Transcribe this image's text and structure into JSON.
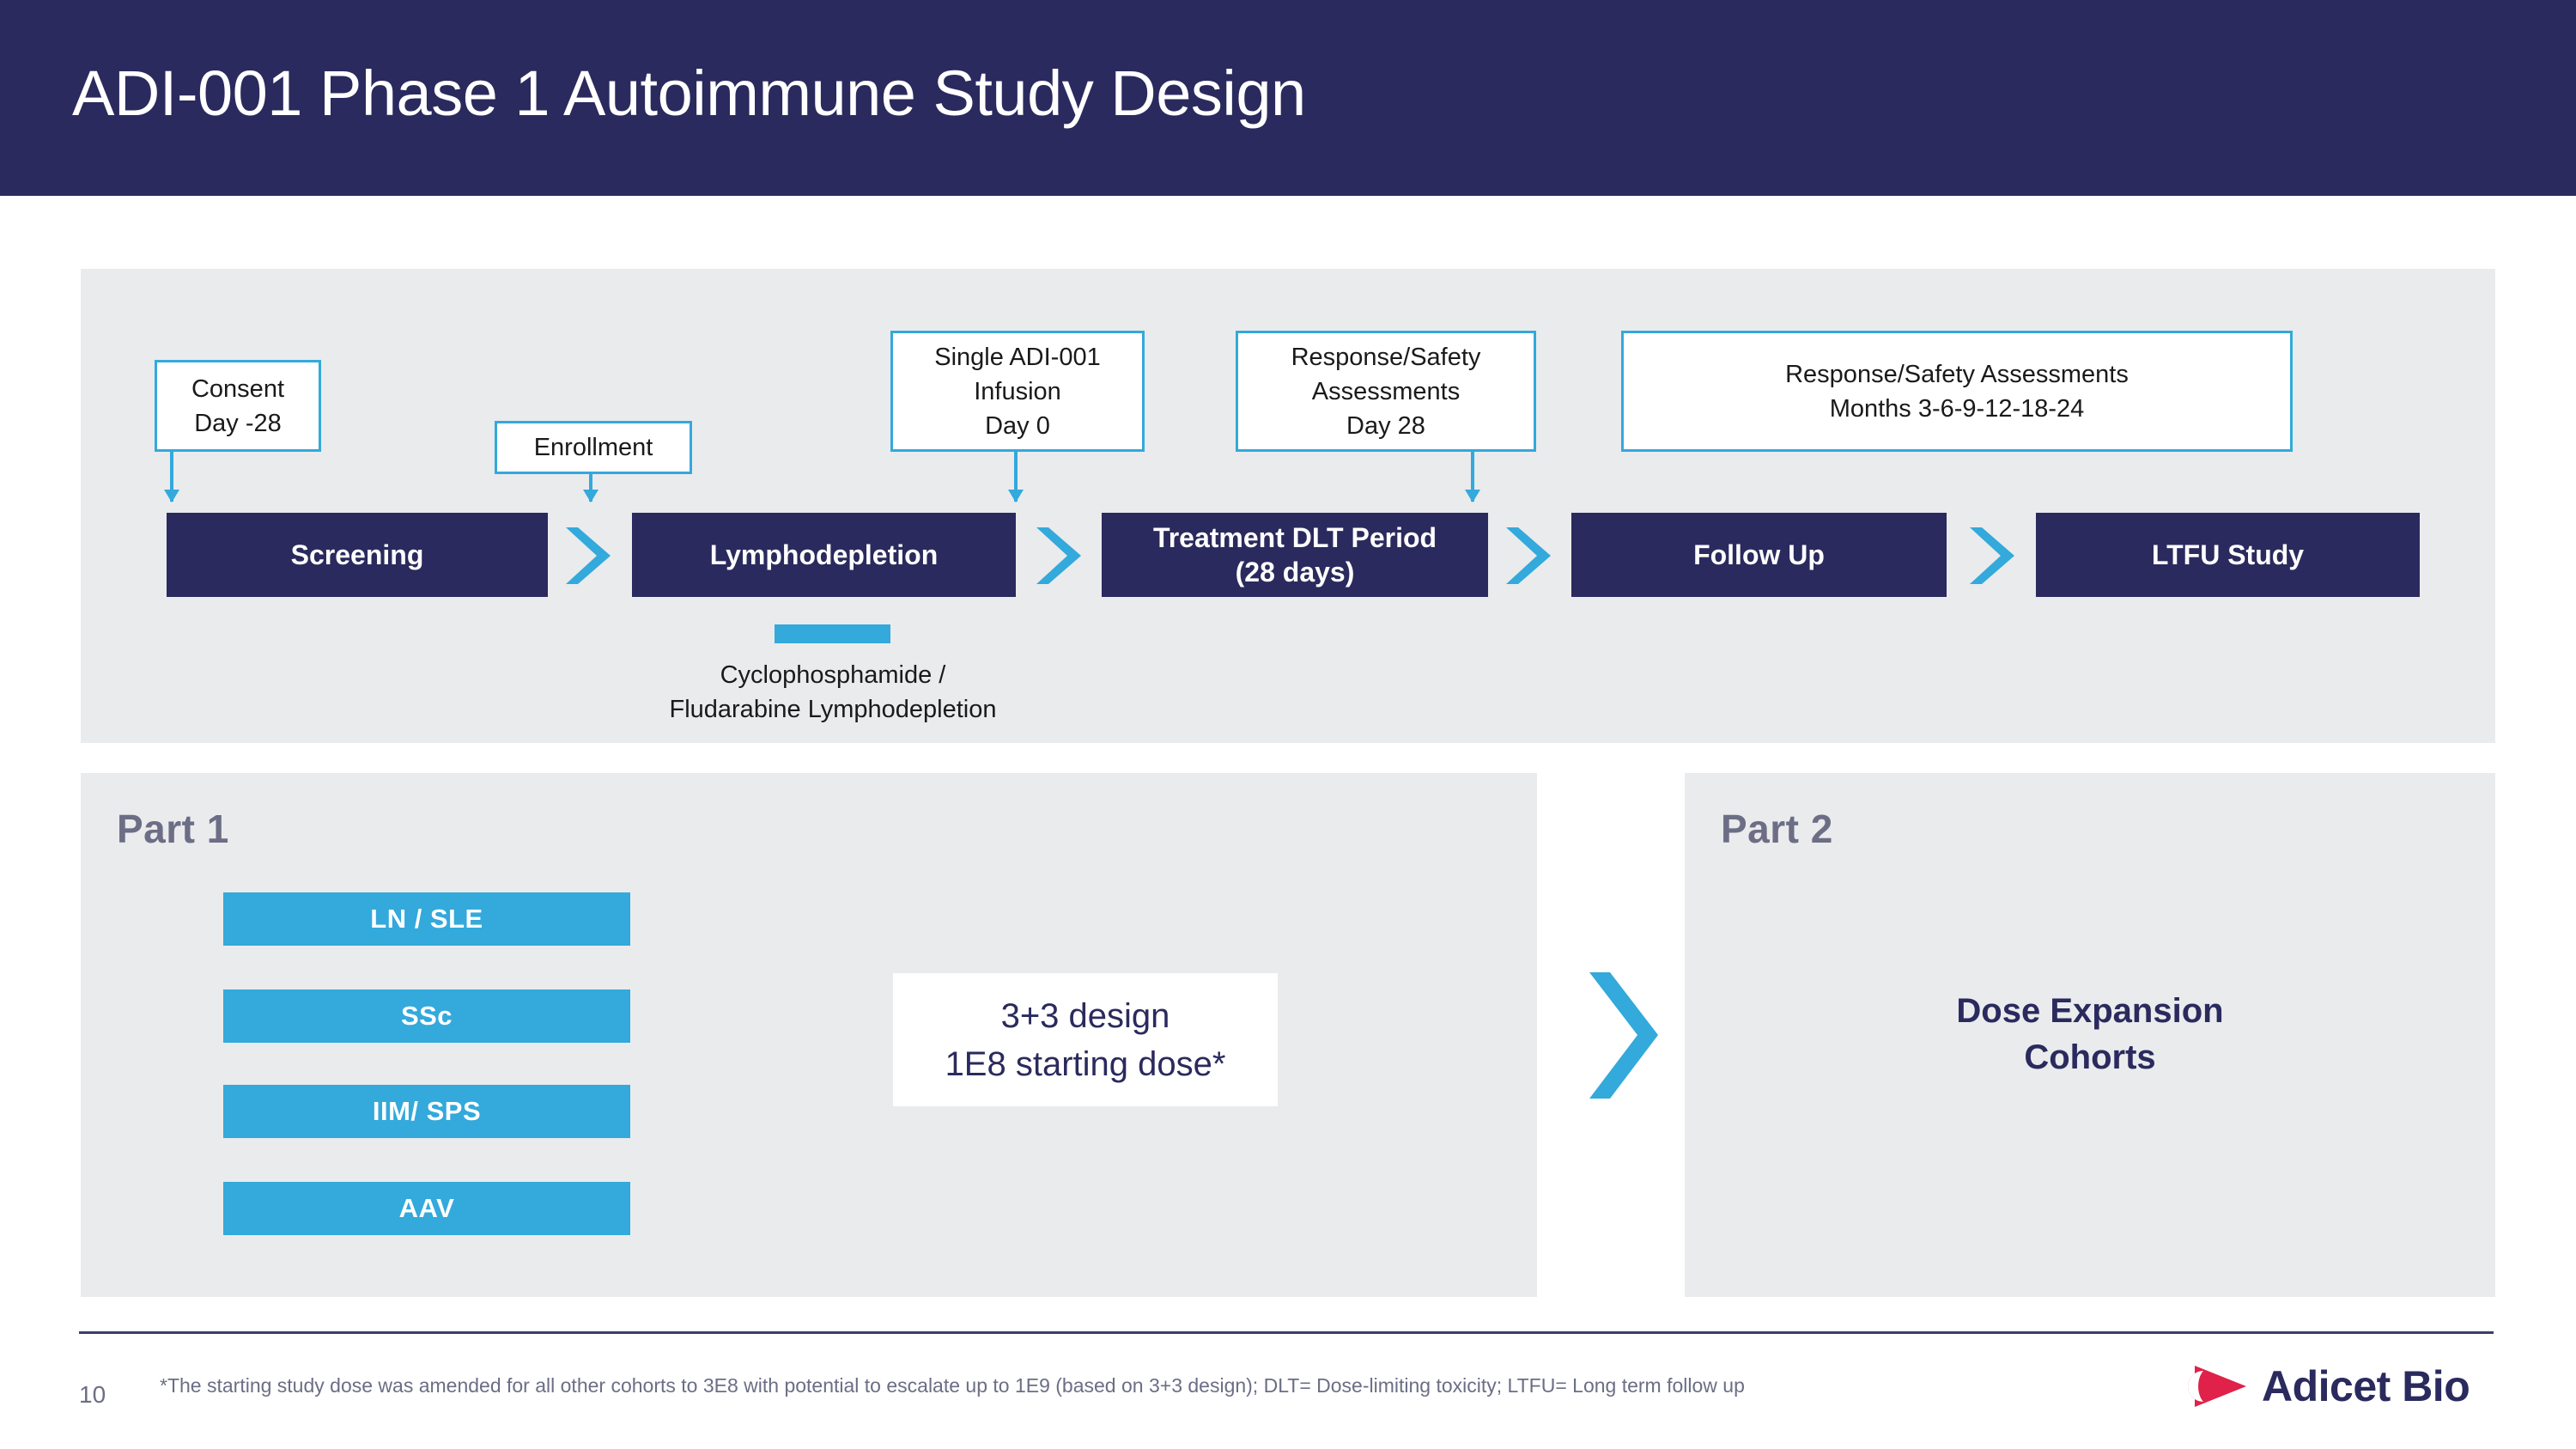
{
  "header": {
    "title": "ADI-001 Phase 1 Autoimmune Study Design",
    "band_color": "#2a2a5e"
  },
  "colors": {
    "navy": "#2a2a5e",
    "blue": "#33a9dc",
    "panel_gray": "#eaebec",
    "title_gray": "#6b6e85",
    "logo_red": "#e0214a"
  },
  "timeline": {
    "callouts": [
      {
        "name": "consent",
        "lines": [
          "Consent",
          "Day -28"
        ]
      },
      {
        "name": "enrollment",
        "lines": [
          "Enrollment"
        ]
      },
      {
        "name": "infusion",
        "lines": [
          "Single ADI-001",
          "Infusion",
          "Day 0"
        ]
      },
      {
        "name": "assessments-day28",
        "lines": [
          "Response/Safety",
          "Assessments",
          "Day 28"
        ]
      },
      {
        "name": "assessments-months",
        "lines": [
          "Response/Safety Assessments",
          "Months 3-6-9-12-18-24"
        ]
      }
    ],
    "stages": [
      {
        "name": "screening",
        "lines": [
          "Screening"
        ]
      },
      {
        "name": "lymphodepletion",
        "lines": [
          "Lymphodepletion"
        ]
      },
      {
        "name": "treatment-dlt",
        "lines": [
          "Treatment DLT Period",
          "(28 days)"
        ]
      },
      {
        "name": "follow-up",
        "lines": [
          "Follow Up"
        ]
      },
      {
        "name": "ltfu-study",
        "lines": [
          "LTFU Study"
        ]
      }
    ],
    "lymphodepletion_note": [
      "Cyclophosphamide /",
      "Fludarabine Lymphodepletion"
    ]
  },
  "part1": {
    "title": "Part 1",
    "cohorts": [
      {
        "label": "LN / SLE"
      },
      {
        "label": "SSc"
      },
      {
        "label": "IIM/ SPS"
      },
      {
        "label": "AAV"
      }
    ],
    "design": [
      "3+3 design",
      "1E8 starting dose*"
    ]
  },
  "part2": {
    "title": "Part  2",
    "label": [
      "Dose Expansion",
      "Cohorts"
    ]
  },
  "footer": {
    "page_number": "10",
    "footnote": "*The starting study dose was amended for all other cohorts to 3E8 with potential to escalate up to 1E9 (based on 3+3 design); DLT= Dose-limiting toxicity; LTFU= Long term follow up",
    "logo_text": "Adicet Bio"
  }
}
